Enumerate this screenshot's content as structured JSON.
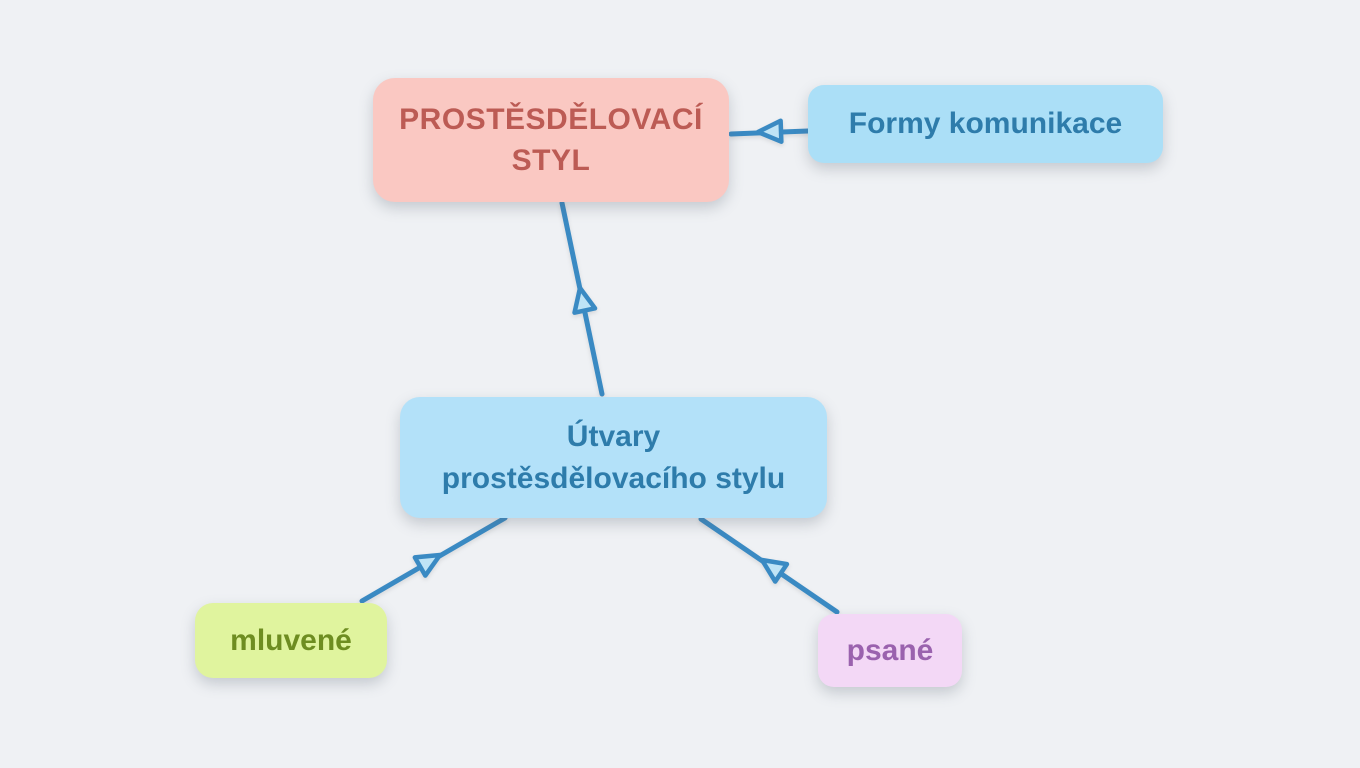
{
  "diagram_type": "concept-map",
  "canvas": {
    "background": "#eff1f4"
  },
  "connectors": {
    "line_color": "#3a8ac3",
    "arrowhead_fill": "#bfe4f6"
  },
  "nodes": {
    "prostesdelovaci_styl": {
      "label": "PROSTĚSDĚLOVACÍ STYL",
      "label_line1": "PROSTĚSDĚLOVACÍ",
      "label_line2": "STYL",
      "background": "#fac8c2",
      "text_color": "#bc5b54"
    },
    "formy_komunikace": {
      "label": "Formy komunikace",
      "background": "#abdff7",
      "text_color": "#2e7cab"
    },
    "utvary_prostesdelovaciho_stylu": {
      "label": "Útvary prostěsdělovacího stylu",
      "label_line1": "Útvary",
      "label_line2": "prostěsdělovacího stylu",
      "background": "#b3e1f9",
      "text_color": "#2e7cab"
    },
    "mluvene": {
      "label": "mluvené",
      "background": "#e0f49e",
      "text_color": "#6e8d21"
    },
    "psane": {
      "label": "psané",
      "background": "#f3d8f6",
      "text_color": "#9a62ae"
    }
  },
  "edges": [
    {
      "from": "formy_komunikace",
      "to": "prostesdelovaci_styl"
    },
    {
      "from": "utvary_prostesdelovaciho_stylu",
      "to": "prostesdelovaci_styl"
    },
    {
      "from": "mluvene",
      "to": "utvary_prostesdelovaciho_stylu"
    },
    {
      "from": "psane",
      "to": "utvary_prostesdelovaciho_stylu"
    }
  ]
}
